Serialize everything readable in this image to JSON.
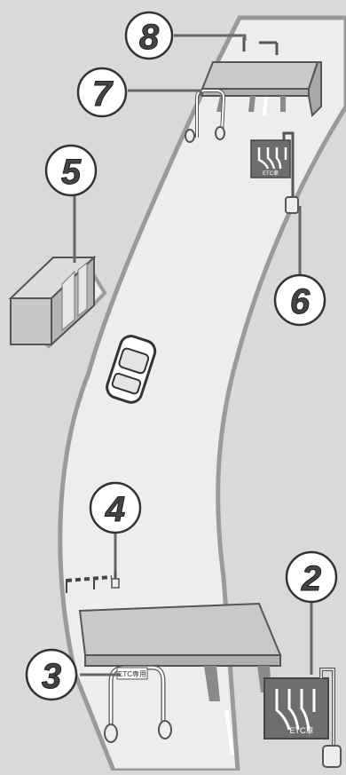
{
  "callouts": [
    {
      "id": "1",
      "label": "8"
    },
    {
      "id": "2",
      "label": "7"
    },
    {
      "id": "3",
      "label": "5"
    },
    {
      "id": "4",
      "label": "6"
    },
    {
      "id": "5",
      "label": "4"
    },
    {
      "id": "6",
      "label": "2"
    },
    {
      "id": "7",
      "label": "3"
    }
  ],
  "signs": {
    "etc_lane_label": "ETC専用",
    "etc_sign_small": "ETC車",
    "etc_sign_large": "ETC車"
  },
  "colors": {
    "background": "#d9d9d9",
    "road": "#ededed",
    "road_edge": "#9a9a9a",
    "structure": "#c9c9c9",
    "outline": "#555555",
    "sign": "#6e6e6e",
    "callout_line": "#666666"
  }
}
